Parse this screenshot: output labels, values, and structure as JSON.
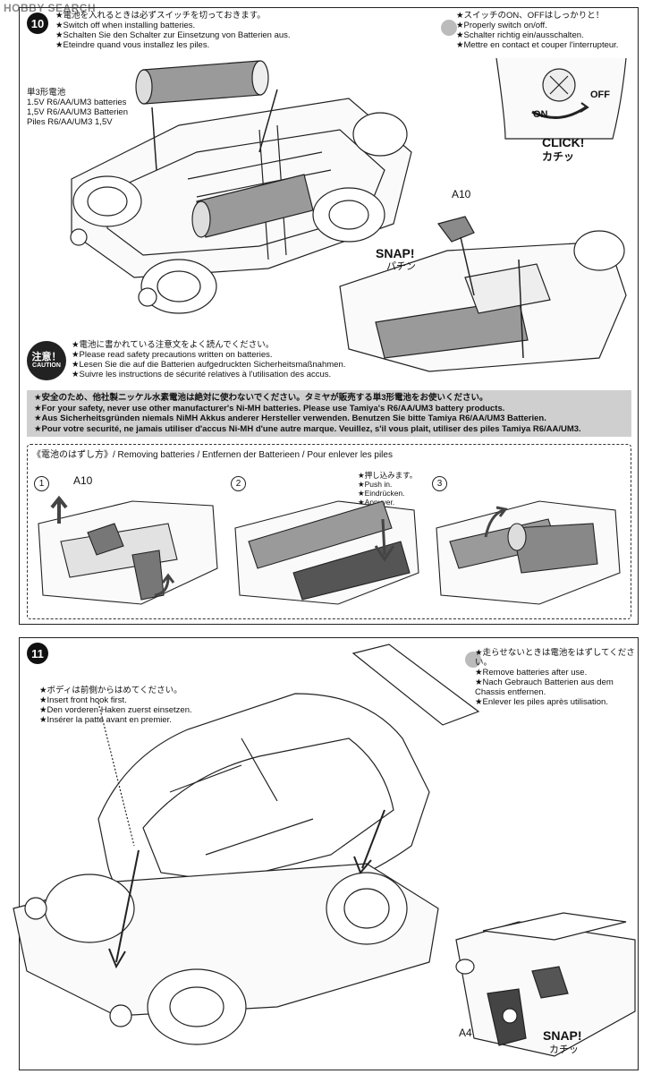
{
  "watermark": "HOBBY SEARCH",
  "step10": {
    "number": "10",
    "switch_off_notes": [
      "★電池を入れるときは必ずスイッチを切っておきます。",
      "★Switch off when installing batteries.",
      "★Schalten Sie den Schalter zur Einsetzung von Batterien aus.",
      "★Eteindre quand vous installez les piles."
    ],
    "switch_on_notes": [
      "★スイッチのON、OFFはしっかりと！",
      "★Properly switch on/off.",
      "★Schalter richtig ein/ausschalten.",
      "★Mettre en contact et couper l'interrupteur."
    ],
    "battery_labels": [
      "単3形電池",
      "1.5V R6/AA/UM3 batteries",
      "1,5V R6/AA/UM3 Batterien",
      "Piles R6/AA/UM3 1,5V"
    ],
    "switch_on": "ON",
    "switch_off": "OFF",
    "click_en": "CLICK!",
    "click_jp": "カチッ",
    "part_a10": "A10",
    "snap_en": "SNAP!",
    "snap_jp": "パチン",
    "caution_jp": "注意！",
    "caution_en": "CAUTION",
    "caution_notes": [
      "★電池に書かれている注意文をよく読んでください。",
      "★Please read safety precautions written on batteries.",
      "★Lesen Sie die auf die Batterien aufgedruckten Sicherheitsmaßnahmen.",
      "★Suivre les instructions de sécurité relatives à l'utilisation des accus."
    ]
  },
  "safety_bar": [
    "★安全のため、他社製ニッケル水素電池は絶対に使わないでください。タミヤが販売する単3形電池をお使いください。",
    "★For your safety, never use other manufacturer's Ni-MH batteries. Please use Tamiya's R6/AA/UM3 battery products.",
    "★Aus Sicherheitsgründen niemals NiMH Akkus anderer Hersteller verwenden. Benutzen Sie bitte Tamiya R6/AA/UM3 Batterien.",
    "★Pour votre securité, ne jamais utiliser d'accus Ni-MH d'une autre marque. Veuillez, s'il vous plait, utiliser des piles Tamiya R6/AA/UM3."
  ],
  "removing": {
    "title": "《電池のはずし方》/ Removing batteries / Entfernen der Batterieen / Pour enlever les piles",
    "steps": [
      "1",
      "2",
      "3"
    ],
    "part_a10": "A10",
    "push_notes": [
      "★押し込みます。",
      "★Push in.",
      "★Eindrücken.",
      "★Appuyer."
    ]
  },
  "step11": {
    "number": "11",
    "hook_notes": [
      "★ボディは前側からはめてください。",
      "★Insert front hook first.",
      "★Den vorderen Haken zuerst einsetzen.",
      "★Insérer la patte avant en premier."
    ],
    "remove_notes": [
      "★走らせないときは電池をはずしてください。",
      "★Remove batteries after use.",
      "★Nach Gebrauch Batterien aus dem",
      "Chassis entfernen.",
      "★Enlever les piles après utilisation."
    ],
    "part_a4": "A4",
    "snap_en": "SNAP!",
    "snap_jp": "カチッ"
  }
}
